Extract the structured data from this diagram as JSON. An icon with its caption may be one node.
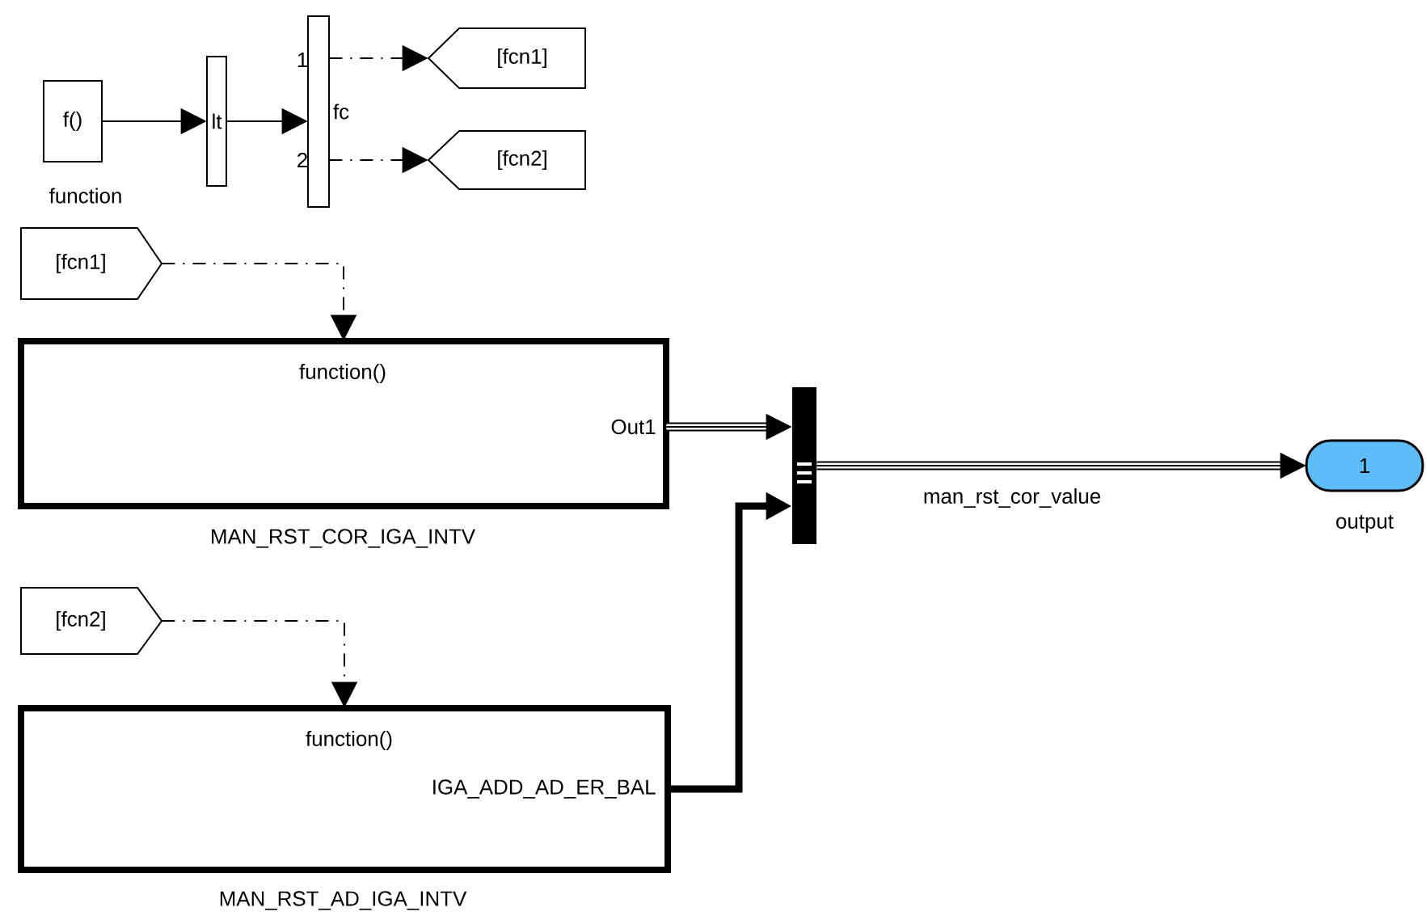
{
  "diagram": {
    "nodes": [
      {
        "text": [
          "f()"
        ],
        "beside": [
          "function"
        ]
      },
      {
        "text": [
          "lt"
        ]
      },
      {
        "text": [
          "1",
          "fc",
          "2"
        ]
      },
      {
        "text": [
          "[fcn1]"
        ]
      },
      {
        "text": [
          "[fcn2]"
        ]
      },
      {
        "text": [
          "[fcn1]"
        ]
      },
      {
        "text": [
          "function()",
          "Out1"
        ],
        "beside": [
          "MAN_RST_COR_IGA_INTV"
        ]
      },
      {
        "text": [
          "[fcn2]"
        ]
      },
      {
        "text": [
          "function()",
          "IGA_ADD_AD_ER_BAL"
        ],
        "beside": [
          "MAN_RST_AD_IGA_INTV"
        ]
      },
      {
        "text": [],
        "shape": "bar"
      },
      {
        "text": [
          "1"
        ],
        "beside": [
          "output"
        ]
      }
    ],
    "edges": [
      {
        "from": 0,
        "to": 1,
        "arrow": "to"
      },
      {
        "from": 1,
        "to": 2,
        "arrow": "to"
      },
      {
        "from": 2,
        "to": 3,
        "arrow": "to",
        "style": "dashed"
      },
      {
        "from": 2,
        "to": 4,
        "arrow": "to",
        "style": "dashed"
      },
      {
        "from": 5,
        "to": 6,
        "arrow": "to",
        "style": "dashed"
      },
      {
        "from": 7,
        "to": 8,
        "arrow": "to",
        "style": "dashed"
      },
      {
        "from": 6,
        "to": 9,
        "arrow": "to",
        "style": "thick"
      },
      {
        "from": 8,
        "to": 9,
        "arrow": "to",
        "style": "thick"
      },
      {
        "from": 9,
        "to": 10,
        "arrow": "to",
        "style": "thick",
        "label": "man_rst_cor_value"
      }
    ]
  }
}
